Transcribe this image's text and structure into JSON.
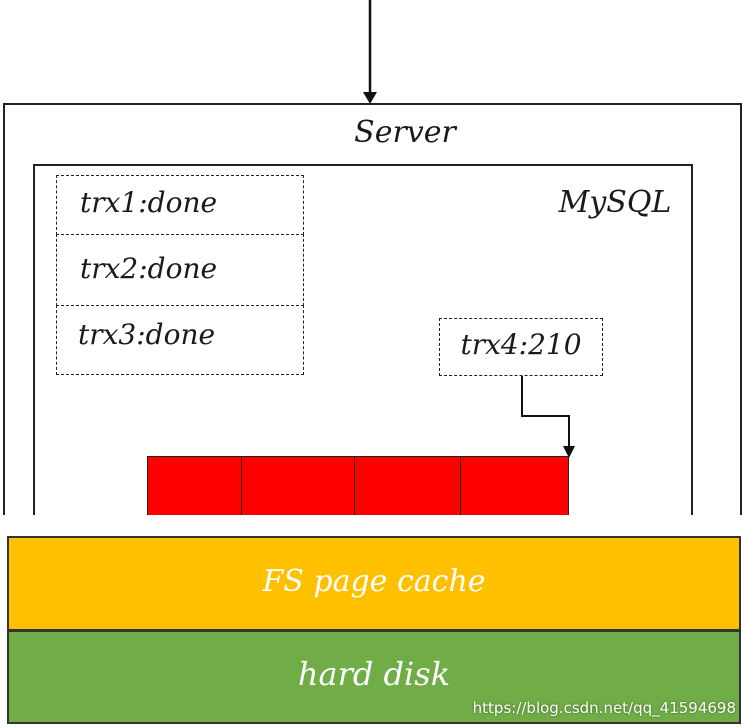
{
  "diagram": {
    "server_label": "Server",
    "mysql_label": "MySQL",
    "transactions": [
      {
        "label": "trx1:done"
      },
      {
        "label": "trx2:done"
      },
      {
        "label": "trx3:done"
      }
    ],
    "pending_trx": {
      "label": "trx4:210"
    },
    "fs_cache_label": "FS page cache",
    "disk_label": "hard disk",
    "watermark": "https://blog.csdn.net/qq_41594698",
    "colors": {
      "buffer": "#ff0000",
      "fs_cache": "#ffc000",
      "disk": "#70ad47"
    }
  }
}
